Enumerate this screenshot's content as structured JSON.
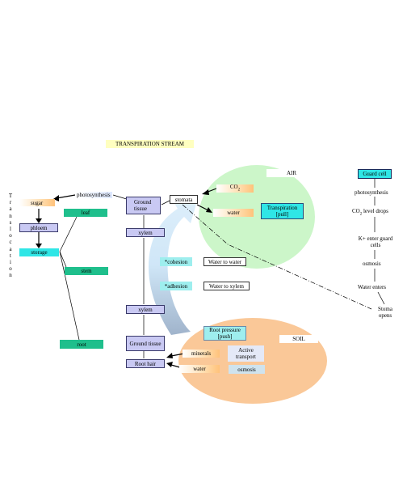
{
  "title": "TRANSPIRATION STREAM",
  "side_label": [
    "T",
    "r",
    "a",
    "n",
    "s",
    "l",
    "o",
    "c",
    "a",
    "t",
    "i",
    "o",
    "n"
  ],
  "left_column": {
    "photosynthesis": "photosynthesis",
    "sugar": "sugar",
    "leaf": "leaf",
    "phloem": "phloem",
    "storage": "storage",
    "stem": "stem",
    "root": "root"
  },
  "middle_column": {
    "ground_tissue_top": "Ground tissue",
    "xylem_top": "xylem",
    "cohesion": "*cohesion",
    "water_to_water": "Water to water",
    "adhesion": "*adhesion",
    "water_to_xylem": "Water to xylem",
    "xylem_bottom": "xylem",
    "ground_tissue_bottom": "Ground tissue",
    "root_hair": "Root hair"
  },
  "air_zone": {
    "label": "AIR",
    "stomata": "stomata",
    "co2": "CO",
    "co2_sub": "2",
    "water": "water",
    "transpiration": "Transpiration [pull]"
  },
  "soil_zone": {
    "label": "SOIL",
    "root_pressure": "Root pressure [push]",
    "minerals": "minerals",
    "active_transport": "Active transport",
    "water": "water",
    "osmosis": "osmosis"
  },
  "stomata_chain": {
    "guard_cell": "Guard cell",
    "photosynthesis": "photosynthesis",
    "co2_drops_prefix": "CO",
    "co2_drops_sub": "2",
    "co2_drops_suffix": " level drops",
    "k_enter": "K+ enter guard cells",
    "osmosis": "osmosis",
    "water_enters": "Water enters",
    "stoma_opens": "Stoma opens"
  },
  "colors": {
    "air": "#ccf6c9",
    "soil": "#fac898",
    "arrow": "#b8d8f0",
    "accent_green": "#1fbf8c",
    "accent_cyan": "#2fe6e6",
    "lavender": "#c9c9f3",
    "title_bg": "#ffffc0"
  }
}
